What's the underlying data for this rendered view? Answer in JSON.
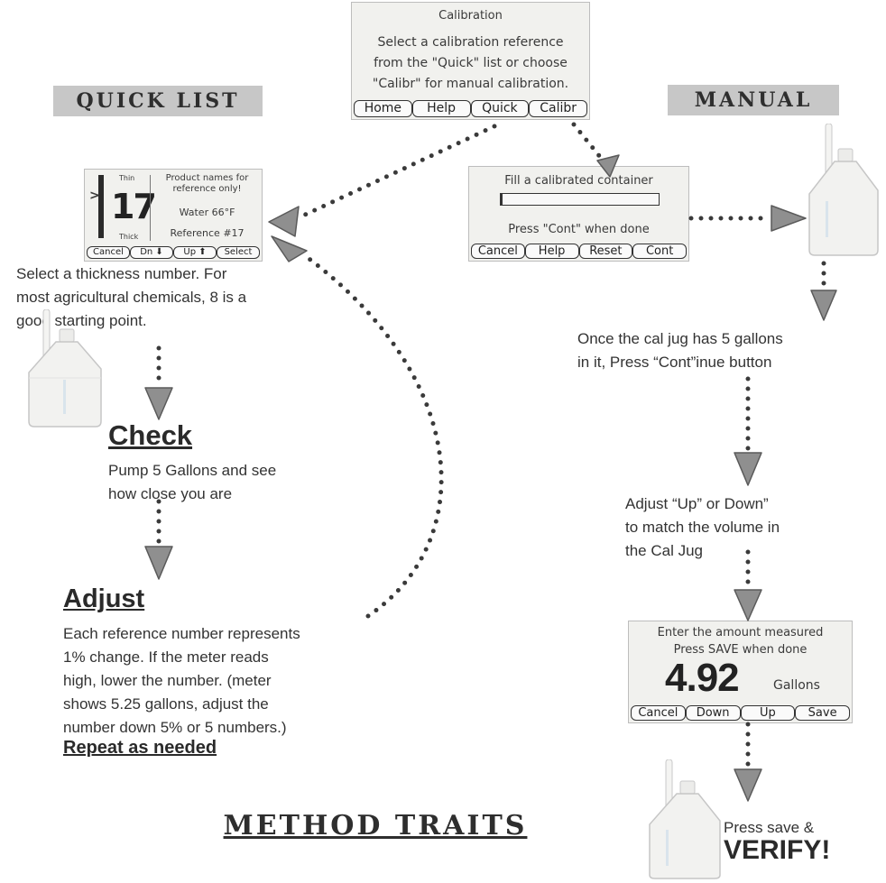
{
  "headers": {
    "quick_list": "QUICK LIST",
    "manual": "MANUAL",
    "method_traits": "METHOD TRAITS"
  },
  "screens": {
    "calibration": {
      "title": "Calibration",
      "line1": "Select a calibration reference",
      "line2": "from the \"Quick\" list or choose",
      "line3": "\"Calibr\" for manual calibration.",
      "buttons": [
        "Home",
        "Help",
        "Quick",
        "Calibr"
      ]
    },
    "quick": {
      "thin": "Thin",
      "thick": "Thick",
      "number": "17",
      "note1": "Product names for",
      "note2": "reference only!",
      "product": "Water 66°F",
      "reference": "Reference #17",
      "buttons": [
        "Cancel",
        "Dn ⬇",
        "Up ⬆",
        "Select"
      ]
    },
    "fill": {
      "line1": "Fill a calibrated container",
      "line2": "Press \"Cont\" when done",
      "buttons": [
        "Cancel",
        "Help",
        "Reset",
        "Cont"
      ]
    },
    "enter": {
      "line1": "Enter the amount measured",
      "line2": "Press SAVE when done",
      "value": "4.92",
      "unit": "Gallons",
      "buttons": [
        "Cancel",
        "Down",
        "Up",
        "Save"
      ]
    }
  },
  "texts": {
    "select_thickness": [
      "Select a thickness number. For",
      "most agricultural chemicals, 8 is a",
      "good starting point."
    ],
    "check_title": "Check",
    "check_body": [
      "Pump 5 Gallons and see",
      "how close you are"
    ],
    "adjust_title": "Adjust",
    "adjust_body": [
      "Each reference number represents",
      "1% change.  If the meter reads",
      "high, lower the number. (meter",
      "shows 5.25 gallons, adjust the",
      "number down 5% or 5 numbers.)"
    ],
    "repeat": "Repeat as needed",
    "cal_jug": [
      "Once the cal jug has 5 gallons",
      "in it, Press “Cont”inue button"
    ],
    "adjust_updown": [
      "Adjust “Up” or Down”",
      "to match the volume in",
      "the Cal Jug"
    ],
    "press_save": "Press save &",
    "verify": "VERIFY!"
  },
  "colors": {
    "header_bg": "#c7c7c7",
    "arrow_gray": "#8f8f8f",
    "dots": "#3a3a3a"
  }
}
